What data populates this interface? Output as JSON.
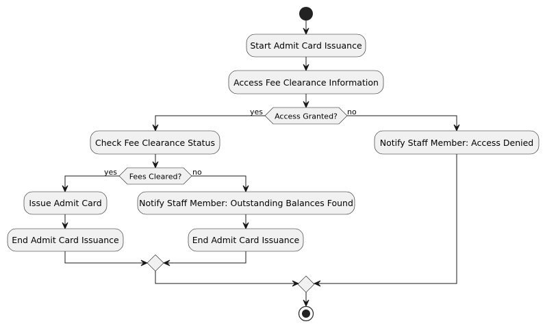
{
  "activities": {
    "start_issuance": "Start Admit Card Issuance",
    "access_fee_info": "Access Fee Clearance Information",
    "check_fee_status": "Check Fee Clearance Status",
    "notify_access_denied": "Notify Staff Member: Access Denied",
    "issue_admit_card": "Issue Admit Card",
    "notify_outstanding": "Notify Staff Member: Outstanding Balances Found",
    "end_issuance_yes": "End Admit Card Issuance",
    "end_issuance_no": "End Admit Card Issuance"
  },
  "decisions": {
    "access_granted": "Access Granted?",
    "fees_cleared": "Fees Cleared?"
  },
  "edge_labels": {
    "access_yes": "yes",
    "access_no": "no",
    "fees_yes": "yes",
    "fees_no": "no"
  },
  "colors": {
    "node_fill": "#f1f1f1",
    "stroke": "#181818",
    "background": "#ffffff"
  }
}
